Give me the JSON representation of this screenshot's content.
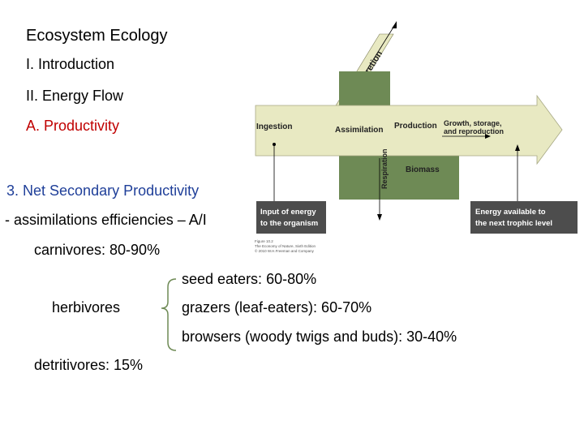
{
  "outline": {
    "title": "Ecosystem Ecology",
    "item1": "I. Introduction",
    "item2": "II. Energy Flow",
    "item3": "A. Productivity",
    "subheading": "3.  Net Secondary Productivity",
    "efficiency_line": "- assimilations efficiencies – A/I"
  },
  "efficiencies": {
    "carnivores": "carnivores: 80-90%",
    "herbivores": "herbivores",
    "seed_eaters": "seed eaters: 60-80%",
    "grazers": "grazers (leaf-eaters): 60-70%",
    "browsers": "browsers (woody twigs and buds): 30-40%",
    "detritivores": "detritivores: 15%"
  },
  "diagram": {
    "excretion": "Excretion",
    "ingestion": "Ingestion",
    "assimilation": "Assimilation",
    "production": "Production",
    "growth_line1": "Growth, storage,",
    "growth_line2": "and reproduction",
    "respiration": "Respiration",
    "biomass": "Biomass",
    "input_line1": "Input of energy",
    "input_line2": "to the organism",
    "energy_line1": "Energy available to",
    "energy_line2": "the next trophic level",
    "credit_line1": "Figure 10.2",
    "credit_line2": "The Economy of Nature, Sixth Edition",
    "credit_line3": "© 2010 W.H.Freeman and Company"
  },
  "colors": {
    "title_text": "#000000",
    "red_text": "#c00000",
    "blue_text": "#1f3f99",
    "arrow_light": "#e8e9c2",
    "box_green": "#6e8a55",
    "box_gray": "#4d4d4d"
  }
}
